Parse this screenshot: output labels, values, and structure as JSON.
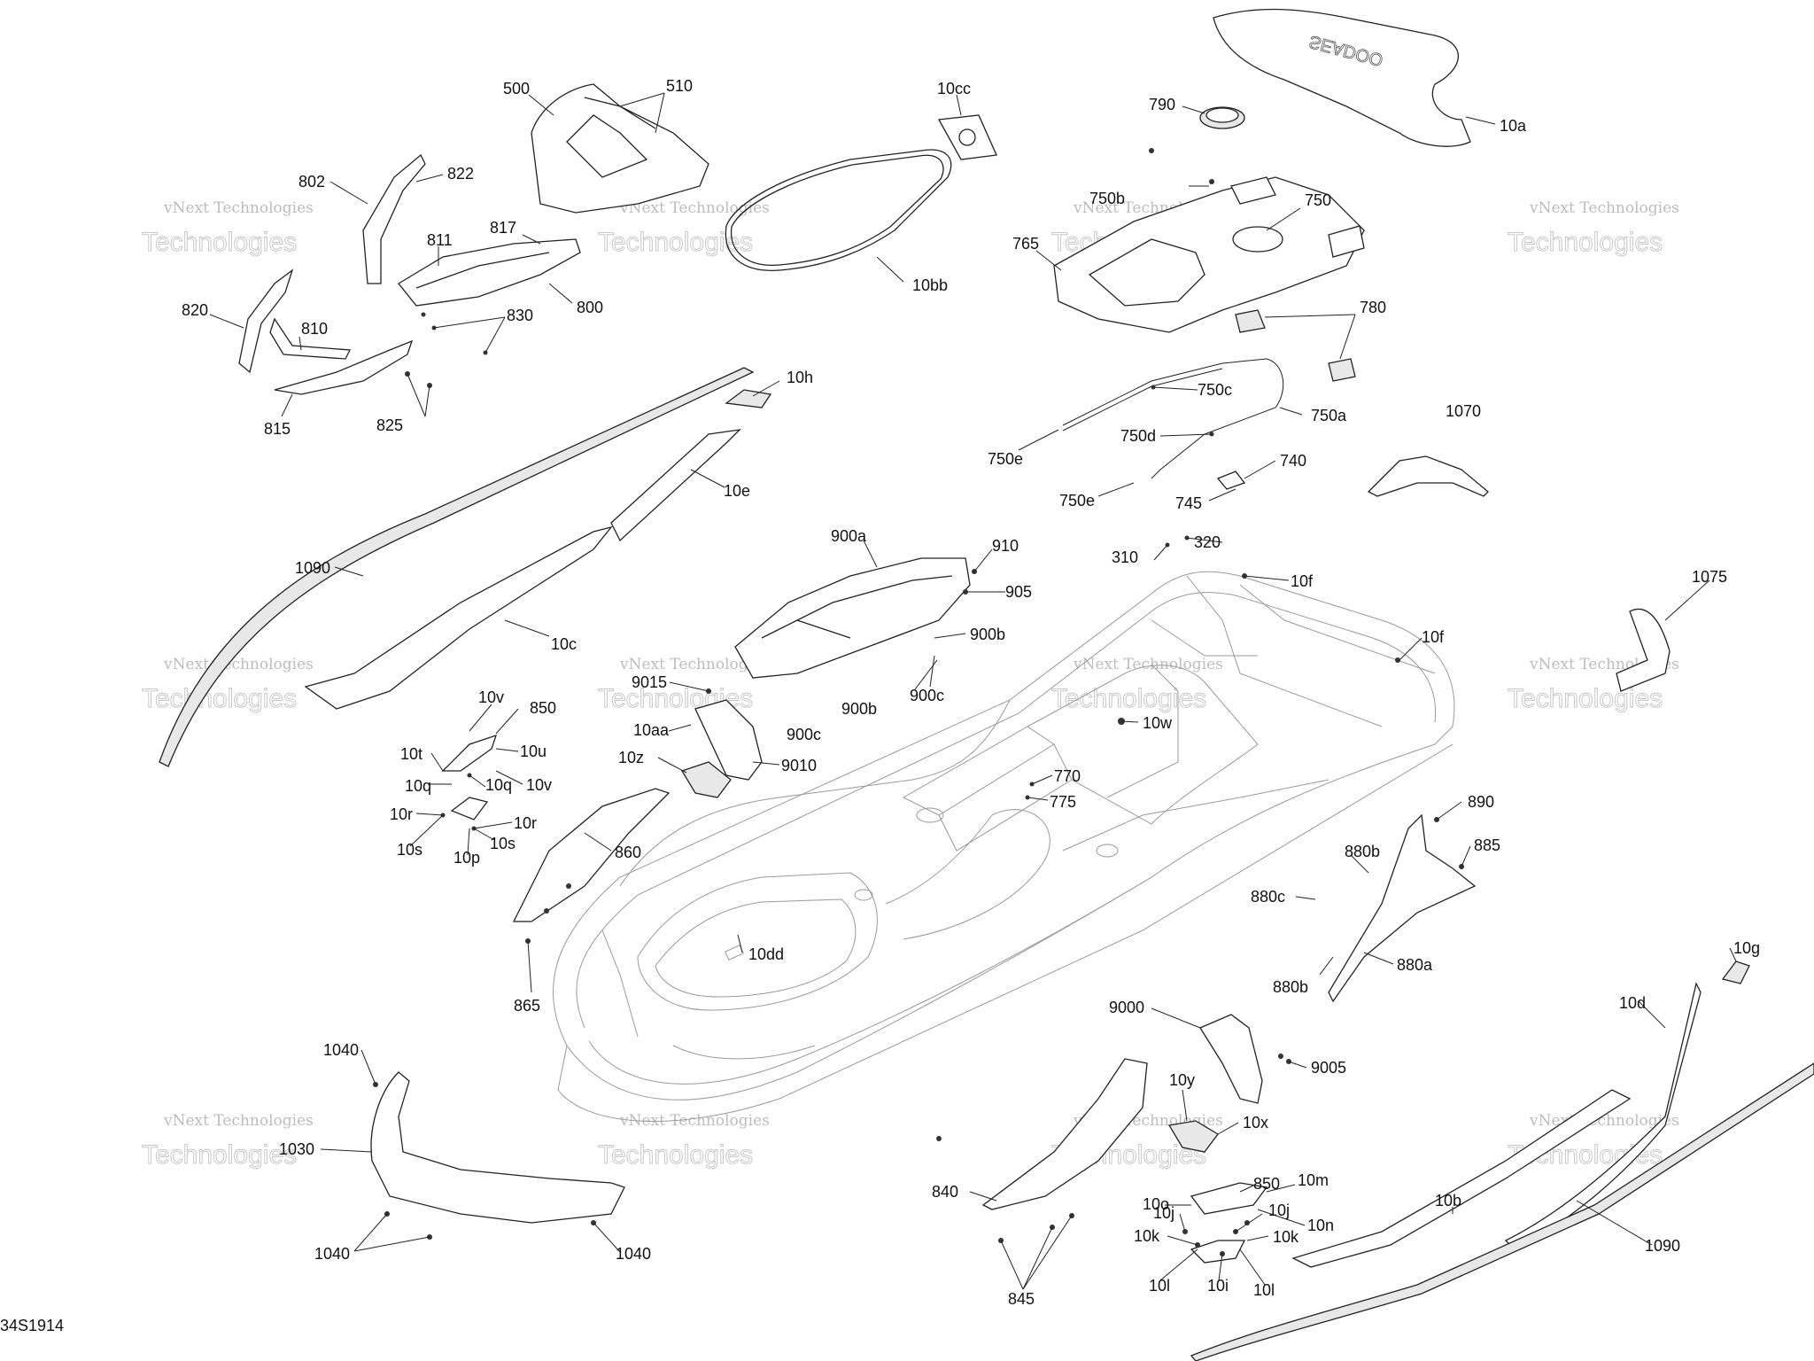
{
  "diagram": {
    "doc_code": "34S1914",
    "watermark_line1": "vNext Technologies",
    "watermark_line2": "Technologies",
    "labels": [
      {
        "id": "l10a",
        "text": "10a"
      },
      {
        "id": "l10cc",
        "text": "10cc"
      },
      {
        "id": "l500",
        "text": "500"
      },
      {
        "id": "l510",
        "text": "510"
      },
      {
        "id": "l790",
        "text": "790"
      },
      {
        "id": "l802",
        "text": "802"
      },
      {
        "id": "l822",
        "text": "822"
      },
      {
        "id": "l750b",
        "text": "750b"
      },
      {
        "id": "l750",
        "text": "750"
      },
      {
        "id": "l811",
        "text": "811"
      },
      {
        "id": "l817",
        "text": "817"
      },
      {
        "id": "l765",
        "text": "765"
      },
      {
        "id": "l10bb",
        "text": "10bb"
      },
      {
        "id": "l800",
        "text": "800"
      },
      {
        "id": "l820",
        "text": "820"
      },
      {
        "id": "l830",
        "text": "830"
      },
      {
        "id": "l780",
        "text": "780"
      },
      {
        "id": "l810",
        "text": "810"
      },
      {
        "id": "l10h",
        "text": "10h"
      },
      {
        "id": "l750c",
        "text": "750c"
      },
      {
        "id": "l825",
        "text": "825"
      },
      {
        "id": "l815",
        "text": "815"
      },
      {
        "id": "l750a",
        "text": "750a"
      },
      {
        "id": "l1070",
        "text": "1070"
      },
      {
        "id": "l750d",
        "text": "750d"
      },
      {
        "id": "l750e1",
        "text": "750e"
      },
      {
        "id": "l10e",
        "text": "10e"
      },
      {
        "id": "l740",
        "text": "740"
      },
      {
        "id": "l750e2",
        "text": "750e"
      },
      {
        "id": "l745",
        "text": "745"
      },
      {
        "id": "l900a",
        "text": "900a"
      },
      {
        "id": "l910",
        "text": "910"
      },
      {
        "id": "l320",
        "text": "320"
      },
      {
        "id": "l1090a",
        "text": "1090"
      },
      {
        "id": "l310",
        "text": "310"
      },
      {
        "id": "l10f1",
        "text": "10f"
      },
      {
        "id": "l1075",
        "text": "1075"
      },
      {
        "id": "l905",
        "text": "905"
      },
      {
        "id": "l900b1",
        "text": "900b"
      },
      {
        "id": "l10c",
        "text": "10c"
      },
      {
        "id": "l10f2",
        "text": "10f"
      },
      {
        "id": "l9015",
        "text": "9015"
      },
      {
        "id": "l900c1",
        "text": "900c"
      },
      {
        "id": "l10v1",
        "text": "10v"
      },
      {
        "id": "l850a",
        "text": "850"
      },
      {
        "id": "l900b2",
        "text": "900b"
      },
      {
        "id": "l900c2",
        "text": "900c"
      },
      {
        "id": "l10w",
        "text": "10w"
      },
      {
        "id": "l10t",
        "text": "10t"
      },
      {
        "id": "l10u",
        "text": "10u"
      },
      {
        "id": "l10aa",
        "text": "10aa"
      },
      {
        "id": "l10z",
        "text": "10z"
      },
      {
        "id": "l9010",
        "text": "9010"
      },
      {
        "id": "l10q1",
        "text": "10q"
      },
      {
        "id": "l10q2",
        "text": "10q"
      },
      {
        "id": "l10v2",
        "text": "10v"
      },
      {
        "id": "l770",
        "text": "770"
      },
      {
        "id": "l775",
        "text": "775"
      },
      {
        "id": "l10r1",
        "text": "10r"
      },
      {
        "id": "l10r2",
        "text": "10r"
      },
      {
        "id": "l890",
        "text": "890"
      },
      {
        "id": "l10s1",
        "text": "10s"
      },
      {
        "id": "l10p",
        "text": "10p"
      },
      {
        "id": "l10s2",
        "text": "10s"
      },
      {
        "id": "l860",
        "text": "860"
      },
      {
        "id": "l880b1",
        "text": "880b"
      },
      {
        "id": "l885",
        "text": "885"
      },
      {
        "id": "l880c",
        "text": "880c"
      },
      {
        "id": "l10dd",
        "text": "10dd"
      },
      {
        "id": "l880a",
        "text": "880a"
      },
      {
        "id": "l10g",
        "text": "10g"
      },
      {
        "id": "l880b2",
        "text": "880b"
      },
      {
        "id": "l10d",
        "text": "10d"
      },
      {
        "id": "l865",
        "text": "865"
      },
      {
        "id": "l9000",
        "text": "9000"
      },
      {
        "id": "l1040a",
        "text": "1040"
      },
      {
        "id": "l9005",
        "text": "9005"
      },
      {
        "id": "l10y",
        "text": "10y"
      },
      {
        "id": "l10x",
        "text": "10x"
      },
      {
        "id": "l1030",
        "text": "1030"
      },
      {
        "id": "l840",
        "text": "840"
      },
      {
        "id": "l850b",
        "text": "850"
      },
      {
        "id": "l10m",
        "text": "10m"
      },
      {
        "id": "l10b",
        "text": "10b"
      },
      {
        "id": "l10o",
        "text": "10o"
      },
      {
        "id": "l10n",
        "text": "10n"
      },
      {
        "id": "l10j1",
        "text": "10j"
      },
      {
        "id": "l10j2",
        "text": "10j"
      },
      {
        "id": "l10k1",
        "text": "10k"
      },
      {
        "id": "l10k2",
        "text": "10k"
      },
      {
        "id": "l1040b",
        "text": "1040"
      },
      {
        "id": "l1040c",
        "text": "1040"
      },
      {
        "id": "l1090b",
        "text": "1090"
      },
      {
        "id": "l10l1",
        "text": "10l"
      },
      {
        "id": "l10i",
        "text": "10i"
      },
      {
        "id": "l10l2",
        "text": "10l"
      },
      {
        "id": "l845",
        "text": "845"
      }
    ]
  }
}
